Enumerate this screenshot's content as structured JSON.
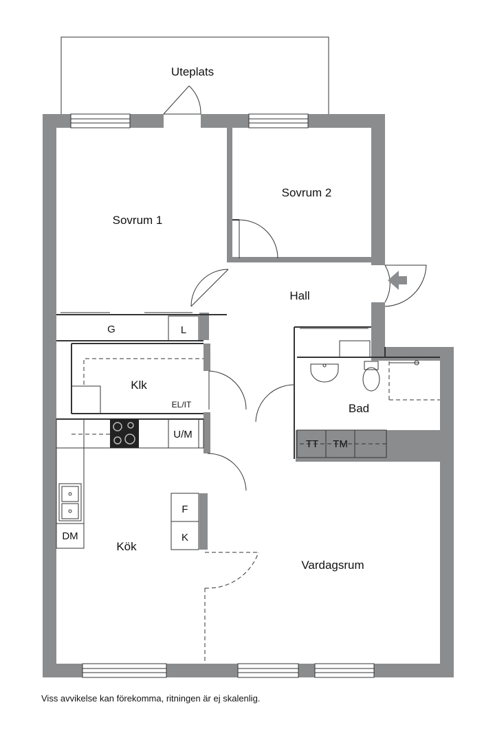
{
  "rooms": {
    "uteplats": "Uteplats",
    "sovrum1": "Sovrum 1",
    "sovrum2": "Sovrum 2",
    "hall": "Hall",
    "klk": "Klk",
    "bad": "Bad",
    "kok": "Kök",
    "vardagsrum": "Vardagsrum"
  },
  "fixtures": {
    "garderob": "G",
    "linneskap": "L",
    "elcentral": "EL/IT",
    "ugn_mikro": "U/M",
    "diskmaskin": "DM",
    "frys": "F",
    "kyl": "K",
    "torktumlare": "TT",
    "tvattmaskin": "TM"
  },
  "disclaimer": "Viss avvikelse kan förekomma, ritningen är ej skalenlig.",
  "colors": {
    "wall": "#8a8c8e",
    "line": "#222222",
    "background": "#ffffff"
  },
  "icons": {
    "entrance": "arrow-left-icon",
    "stove": "stove-icon",
    "sink": "sink-icon",
    "toilet": "toilet-icon",
    "basin": "washbasin-icon"
  }
}
